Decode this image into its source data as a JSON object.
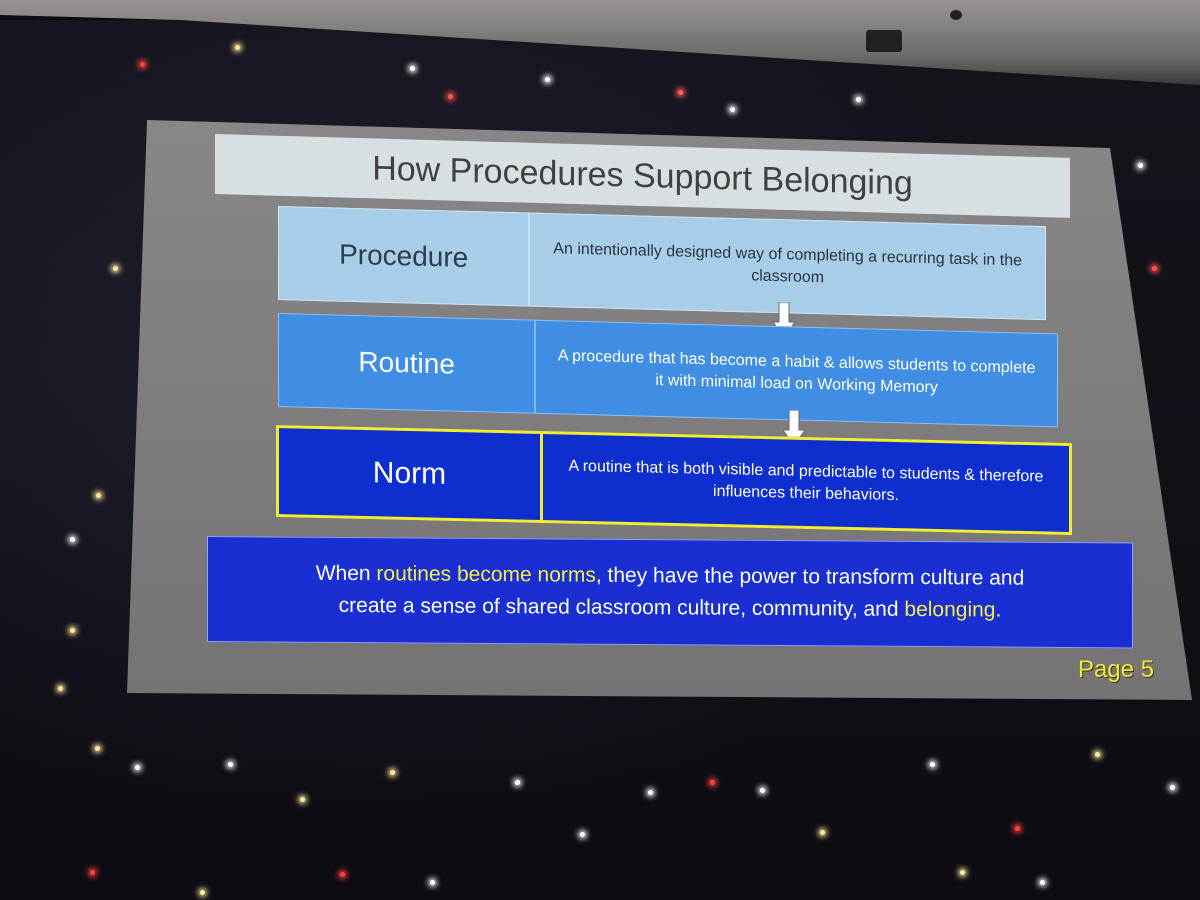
{
  "slide": {
    "title": "How Procedures Support Belonging",
    "rows": [
      {
        "term": "Procedure",
        "definition": "An intentionally designed way of completing a recurring task in the classroom"
      },
      {
        "term": "Routine",
        "definition": "A procedure that has become a habit & allows students to complete it with minimal load on Working Memory"
      },
      {
        "term": "Norm",
        "definition": "A routine that is both visible and predictable to students & therefore influences their behaviors."
      }
    ],
    "summary": {
      "part1": "When ",
      "highlight1": "routines become norms",
      "part2": ", they have the power to transform culture and",
      "part3": "create a sense of shared classroom culture, community, and ",
      "highlight2": "belonging",
      "part4": "."
    },
    "page": "Page 5"
  },
  "colors": {
    "procedure_bg": "#a7cde8",
    "routine_bg": "#3f8ee3",
    "norm_bg": "#0f2ed0",
    "norm_border": "#f1ec2c",
    "summary_bg": "#1a2fd2",
    "highlight": "#f3ee4a"
  }
}
